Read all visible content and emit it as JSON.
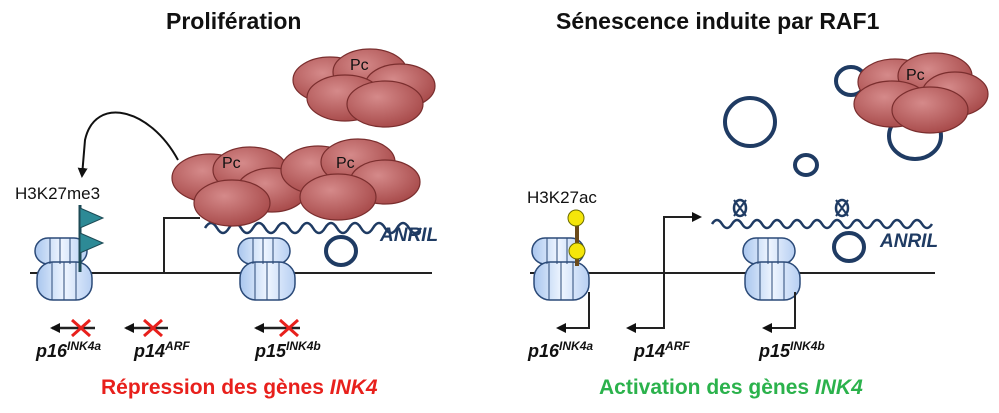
{
  "panels": {
    "left": {
      "title": "Prolifération",
      "caption_prefix": "Répression des gènes ",
      "caption_gene": "INK4",
      "mark_label": "H3K27me3",
      "pc_label": "Pc",
      "rna_label": "ANRIL",
      "genes": [
        {
          "name": "p16",
          "sup": "INK4a"
        },
        {
          "name": "p14",
          "sup": "ARF"
        },
        {
          "name": "p15",
          "sup": "INK4b"
        }
      ]
    },
    "right": {
      "title": "Sénescence induite par RAF1",
      "caption_prefix": "Activation des gènes ",
      "caption_gene": "INK4",
      "mark_label": "H3K27ac",
      "pc_label": "Pc",
      "rna_label": "ANRIL",
      "genes": [
        {
          "name": "p16",
          "sup": "INK4a"
        },
        {
          "name": "p14",
          "sup": "ARF"
        },
        {
          "name": "p15",
          "sup": "INK4b"
        }
      ]
    }
  },
  "colors": {
    "repression": "#e8201c",
    "activation": "#2bb24c",
    "pc_fill": "#b75a5a",
    "rna": "#1f3b63",
    "nucleosome": "#cfe0f7",
    "mark_flag": "#2d8a96",
    "acetyl": "#f5e60a"
  }
}
